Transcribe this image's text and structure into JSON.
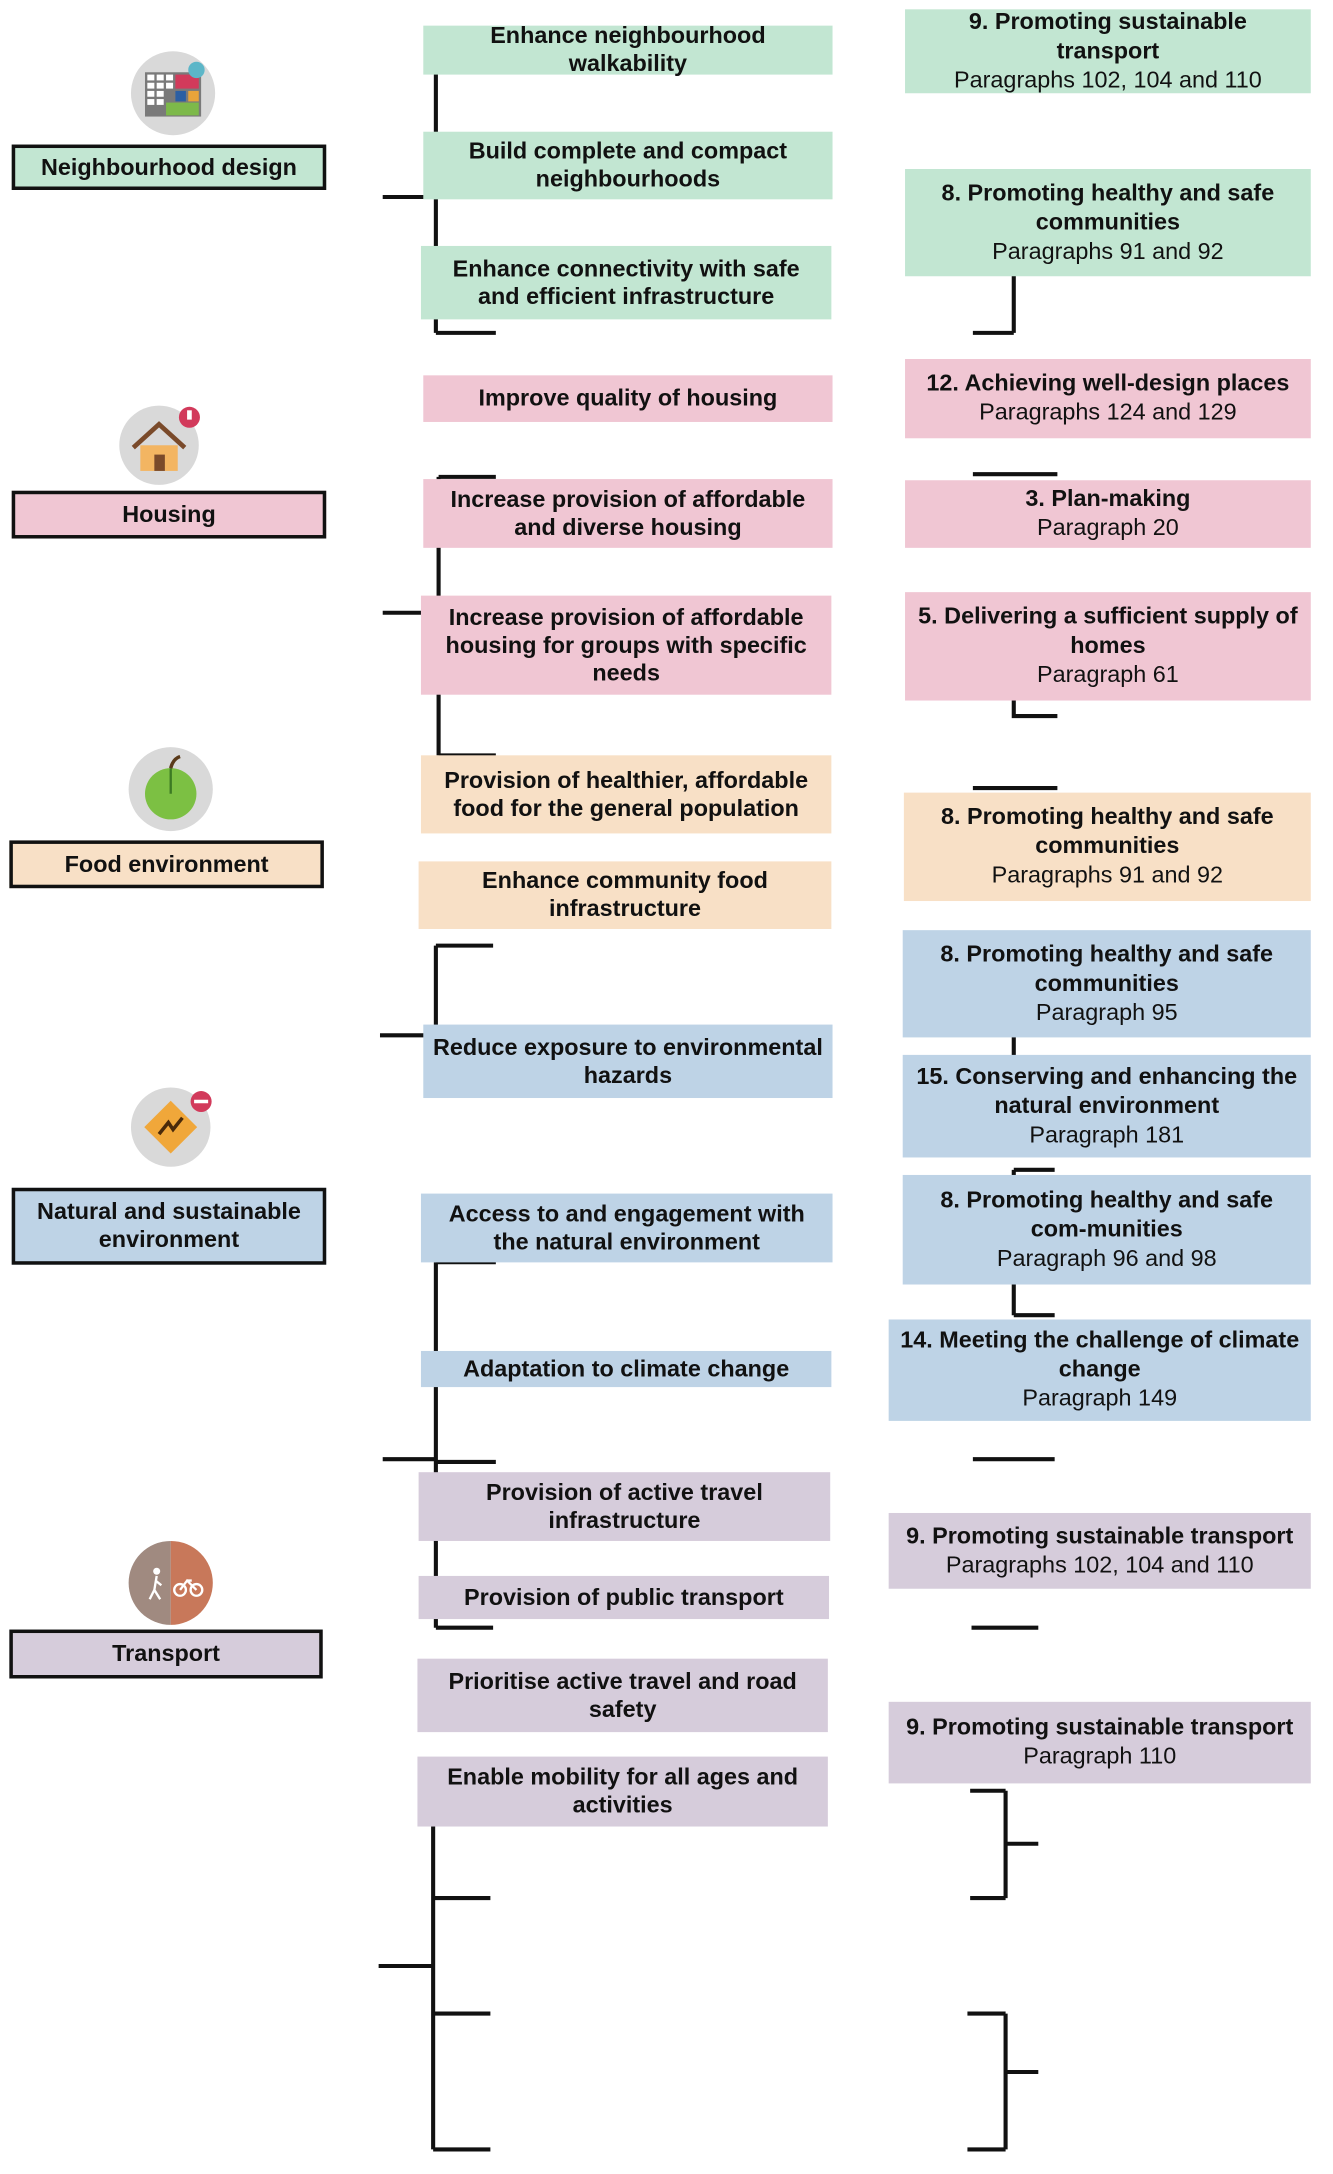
{
  "colors": {
    "neighbourhood": "#c2e6d2",
    "housing": "#f0c6d3",
    "food": "#f8e0c6",
    "environment": "#bed3e6",
    "transport": "#d6ccdb",
    "line": "#111111"
  },
  "categories": {
    "neighbourhood": {
      "label": "Neighbourhood design",
      "icon": "neighbourhood-map-icon"
    },
    "housing": {
      "label": "Housing",
      "icon": "house-icon"
    },
    "food": {
      "label": "Food environment",
      "icon": "apple-icon"
    },
    "environment": {
      "label": "Natural and sustainable environment",
      "icon": "environment-hazard-icon"
    },
    "transport": {
      "label": "Transport",
      "icon": "walk-cycle-icon"
    }
  },
  "actions": {
    "walkability": "Enhance neighbourhood walkability",
    "complete": "Build complete and compact neighbourhoods",
    "connectivity": "Enhance connectivity with safe and efficient infrastructure",
    "housing_quality": "Improve quality of housing",
    "affordable_diverse": "Increase provision of affordable and diverse housing",
    "affordable_needs": "Increase provision of affordable housing for groups with specific needs",
    "healthier_food": "Provision of healthier, affordable food for the general population",
    "community_food": "Enhance community food infrastructure",
    "hazards": "Reduce exposure to environmental hazards",
    "natural_access": "Access to and engagement with the natural environment",
    "climate": "Adaptation to climate change",
    "active_travel": "Provision of active travel infrastructure",
    "public_transport": "Provision of public transport",
    "road_safety": "Prioritise active travel and road safety",
    "mobility": "Enable mobility for all ages and activities"
  },
  "refs": {
    "r1": {
      "title": "9. Promoting sustainable transport",
      "para": "Paragraphs 102, 104  and 110"
    },
    "r2": {
      "title": "8. Promoting healthy and safe communities",
      "para": "Paragraphs 91 and 92"
    },
    "r3": {
      "title": "12. Achieving well-design places",
      "para": "Paragraphs 124 and 129"
    },
    "r4": {
      "title": "3. Plan-making",
      "para": "Paragraph 20"
    },
    "r5": {
      "title": "5. Delivering a sufficient supply of homes",
      "para": "Paragraph 61"
    },
    "r6": {
      "title": "8. Promoting healthy and safe communities",
      "para": "Paragraphs 91 and 92"
    },
    "r7": {
      "title": "8. Promoting healthy and safe communities",
      "para": "Paragraph 95"
    },
    "r8": {
      "title": "15. Conserving and enhancing the natural environment",
      "para": "Paragraph 181"
    },
    "r9": {
      "title": "8. Promoting healthy and safe com-munities",
      "para": "Paragraph 96 and 98"
    },
    "r10": {
      "title": "14. Meeting the challenge of climate change",
      "para": "Paragraph 149"
    },
    "r11": {
      "title": "9. Promoting sustainable transport",
      "para": "Paragraphs 102, 104 and 110"
    },
    "r12": {
      "title": "9. Promoting sustainable transport",
      "para": "Paragraph 110"
    }
  }
}
